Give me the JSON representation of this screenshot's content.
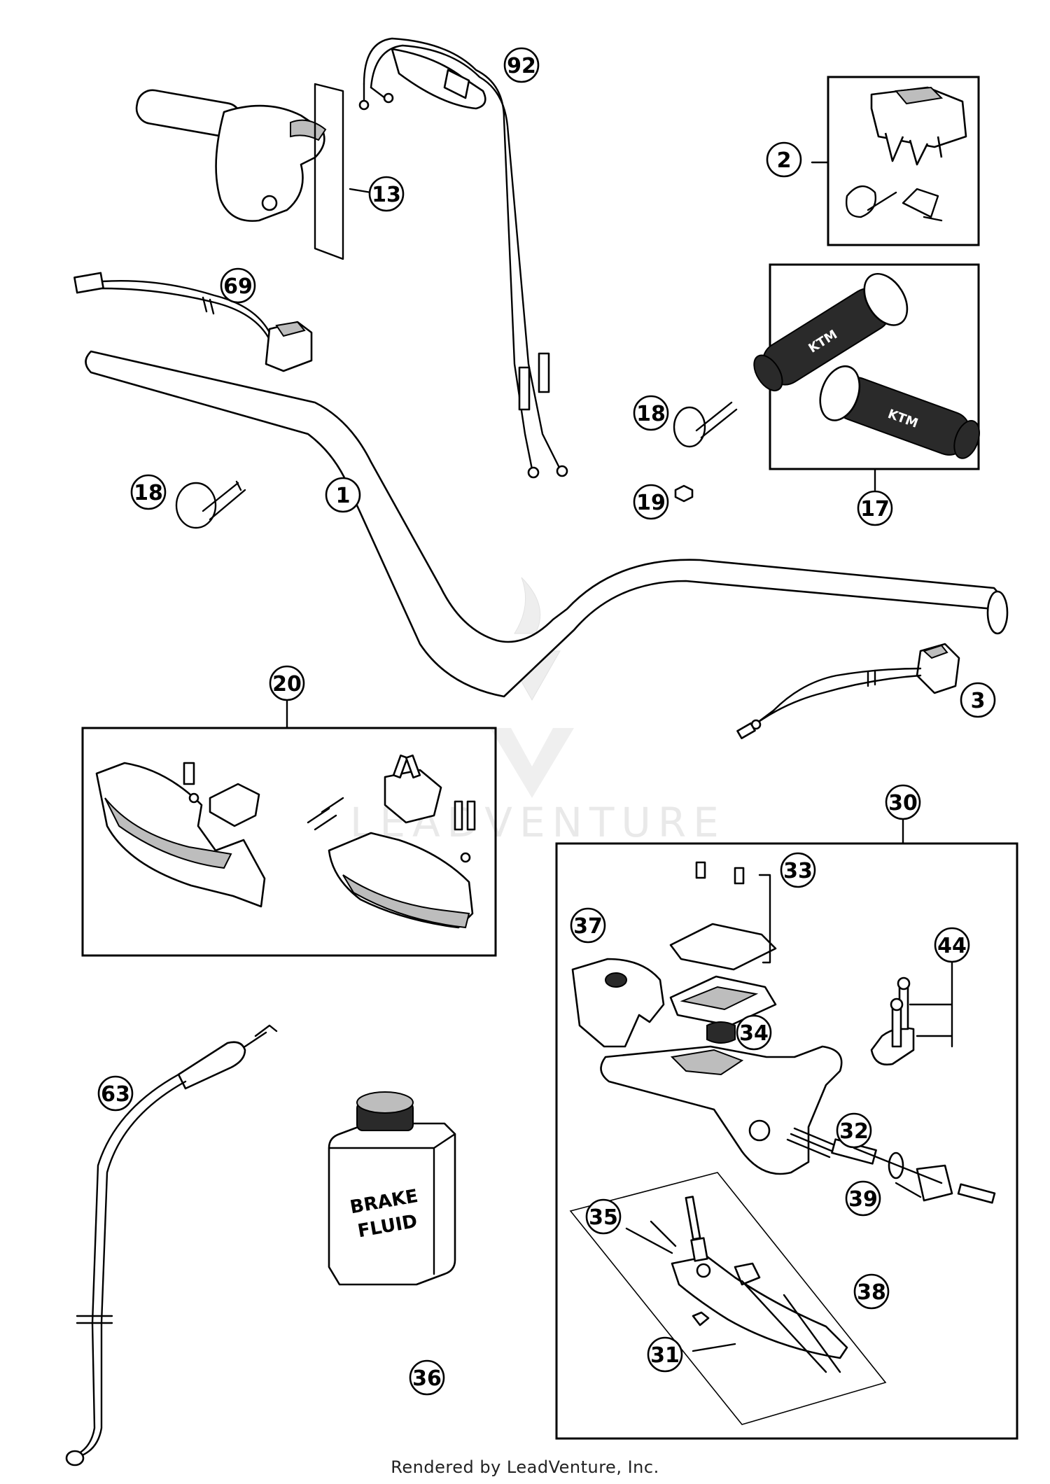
{
  "callouts": [
    "92",
    "13",
    "2",
    "69",
    "17",
    "18",
    "18",
    "1",
    "19",
    "20",
    "3",
    "30",
    "33",
    "37",
    "44",
    "34",
    "63",
    "32",
    "39",
    "35",
    "38",
    "36",
    "31"
  ],
  "bottle_label": [
    "BRAKE",
    "FLUID"
  ],
  "grip_brand": "KTM",
  "watermark": "LEADVENTURE",
  "credit": "Rendered by LeadVenture, Inc."
}
